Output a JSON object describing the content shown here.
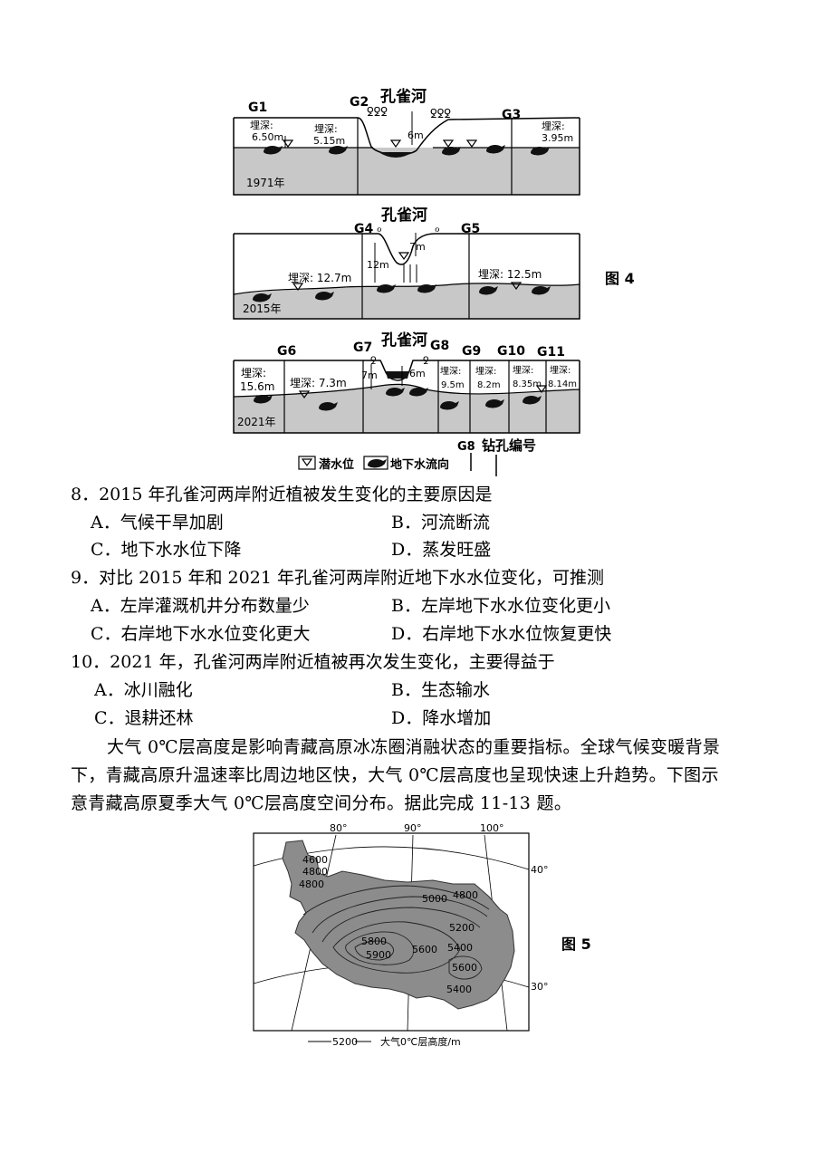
{
  "fig4": {
    "label": "图 4",
    "river_name": "孔雀河",
    "year_1971": "1971年",
    "year_2015": "2015年",
    "year_2021": "2021年",
    "p1": {
      "g1": "G1",
      "g2": "G2",
      "g3": "G3",
      "d1_label": "埋深:",
      "d1_value": "6.50m",
      "d2_label": "埋深:",
      "d2_value": "5.15m",
      "d3_label": "埋深:",
      "d3_value": "3.95m",
      "river_depth": "6m"
    },
    "p2": {
      "g4": "G4",
      "g5": "G5",
      "left_depth": "埋深: 12.7m",
      "right_depth": "埋深: 12.5m",
      "bank_depth": "12m",
      "river_depth": "7m"
    },
    "p3": {
      "g6": "G6",
      "g7": "G7",
      "g8": "G8",
      "g9": "G9",
      "g10": "G10",
      "g11": "G11",
      "d6_label": "埋深:",
      "d6_value": "15.6m",
      "d7": "埋深: 7.3m",
      "left_bank": "7m",
      "right_bank": "6m",
      "d9_label": "埋深:",
      "d9_value": "9.5m",
      "d10_label": "埋深:",
      "d10_value": "8.2m",
      "d11_label": "埋深:",
      "d11_value": "8.35m",
      "d12_label": "埋深:",
      "d12_value": "8.14m"
    },
    "legend": {
      "water_table": "潜水位",
      "flow": "地下水流向",
      "well_code": "G8",
      "well_label": "钻孔编号"
    }
  },
  "questions": [
    {
      "stem": "8．2015 年孔雀河两岸附近植被发生变化的主要原因是",
      "options": [
        "A．气候干旱加剧",
        "B．河流断流",
        "C．地下水水位下降",
        "D．蒸发旺盛"
      ]
    },
    {
      "stem": "9．对比 2015 年和 2021 年孔雀河两岸附近地下水水位变化，可推测",
      "options": [
        "A．左岸灌溉机井分布数量少",
        "B．左岸地下水水位变化更小",
        "C．右岸地下水水位变化更大",
        "D．右岸地下水水位恢复更快"
      ]
    },
    {
      "stem": "10．2021 年，孔雀河两岸附近植被再次发生变化，主要得益于",
      "options": [
        "A．冰川融化",
        "B．生态输水",
        "C．退耕还林",
        "D．降水增加"
      ]
    }
  ],
  "paragraph": [
    "大气 0℃层高度是影响青藏高原冰冻圈消融状态的重要指标。全球气候变暖背景",
    "下，青藏高原升温速率比周边地区快，大气 0℃层高度也呈现快速上升趋势。下图示",
    "意青藏高原夏季大气 0℃层高度空间分布。据此完成 11-13 题。"
  ],
  "fig5": {
    "label": "图 5",
    "lon_labels": [
      "80°",
      "90°",
      "100°"
    ],
    "lat_labels": [
      "40°",
      "30°"
    ],
    "contours": [
      "4600",
      "4800",
      "4800",
      "4800",
      "5000",
      "5200",
      "5400",
      "5600",
      "5600",
      "5800",
      "5900",
      "5400"
    ],
    "legend_value": "5200",
    "legend_text": "大气0℃层高度/m"
  }
}
